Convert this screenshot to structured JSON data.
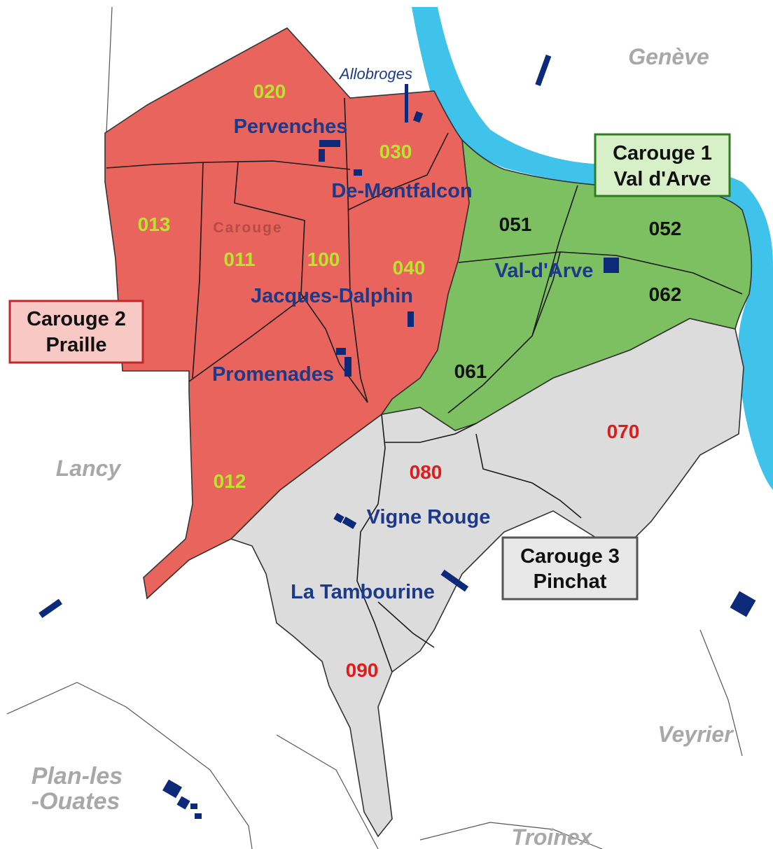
{
  "colors": {
    "red_zone": "#e8645c",
    "green_zone": "#7cc061",
    "grey_zone": "#dcdcdc",
    "river": "#3fc3ea",
    "code_red_zone": "#b8e62a",
    "code_green_zone": "#111111",
    "code_grey_zone": "#e01b1b",
    "quarter_label": "#1d3a8a",
    "school_marker": "#0d2a7a",
    "neighbor_label": "#a8a8a8"
  },
  "neighbors": {
    "geneve": "Genève",
    "lancy": "Lancy",
    "plan_line1": "Plan-les",
    "plan_line2": "-Ouates",
    "veyrier": "Veyrier",
    "troinex": "Troinex"
  },
  "districts": {
    "carouge1": {
      "line1": "Carouge 1",
      "line2": "Val d'Arve",
      "fill": "#d8f0c8",
      "border": "#2e7d1f"
    },
    "carouge2": {
      "line1": "Carouge 2",
      "line2": "Praille",
      "fill": "#f8c8c4",
      "border": "#c0282b"
    },
    "carouge3": {
      "line1": "Carouge 3",
      "line2": "Pinchat",
      "fill": "#e8e8e8",
      "border": "#555555"
    }
  },
  "sector_codes": {
    "c020": "020",
    "c030": "030",
    "c013": "013",
    "c011": "011",
    "c100": "100",
    "c040": "040",
    "c012": "012",
    "c051": "051",
    "c052": "052",
    "c062": "062",
    "c061": "061",
    "c070": "070",
    "c080": "080",
    "c090": "090"
  },
  "quarters": {
    "allobroges": "Allobroges",
    "pervenches": "Pervenches",
    "de_montfalcon": "De-Montfalcon",
    "carouge": "Carouge",
    "jacques_dalphin": "Jacques-Dalphin",
    "promenades": "Promenades",
    "val_d_arve": "Val-d'Arve",
    "vigne_rouge": "Vigne Rouge",
    "la_tambourine": "La Tambourine"
  }
}
